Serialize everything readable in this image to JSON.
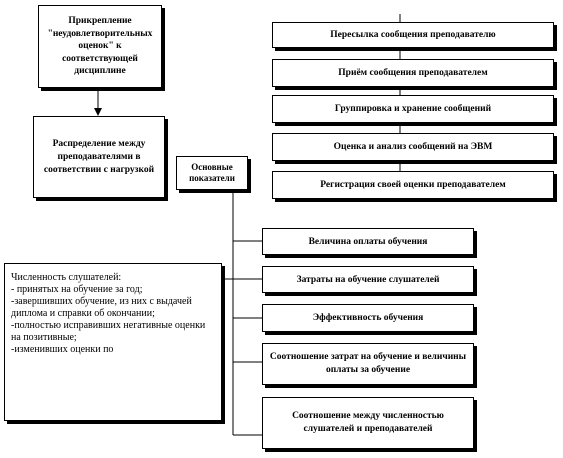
{
  "boxes": {
    "attach": "Прикрепление \"неудовлетворительных оценок\" к соответствующей дисциплине",
    "distribute": "Распределение между преподавателями в соответствии с нагрузкой",
    "main": "Основные показатели",
    "forward": "Пересылка сообщения преподавателю",
    "receive": "Приём сообщения преподавателем",
    "group": "Группировка и хранение сообщений",
    "evaluate": "Оценка и анализ сообщений на ЭВМ",
    "register": "Регистрация своей оценки преподавателем",
    "pay": "Величина оплаты обучения",
    "costs": "Затраты на обучение слушателей",
    "efficiency": "Эффективность обучения",
    "ratio_cost": "Соотношение затрат на обучение и величины оплаты за обучение",
    "ratio_count": "Соотношение между численностью слушателей и преподавателей"
  },
  "students": {
    "title": "Численность слушателей:",
    "lines": [
      "- принятых на обучение за год;",
      "-завершивших обучение, из них с выдачей диплома и справки об окончании;",
      "-полностью исправивших негативные оценки на позитивные;",
      "-изменивших оценки по"
    ]
  }
}
